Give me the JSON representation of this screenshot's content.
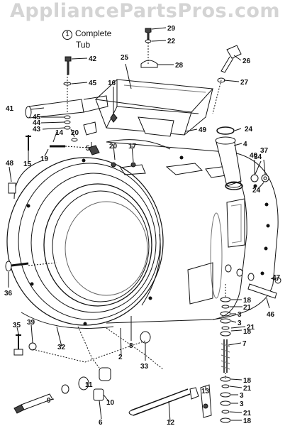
{
  "site": {
    "watermark": "AppliancePartsPros.com"
  },
  "legend": {
    "number": "1",
    "line1": "Complete",
    "line2": "Tub"
  },
  "callouts": [
    {
      "id": "c29",
      "label": "29"
    },
    {
      "id": "c22",
      "label": "22"
    },
    {
      "id": "c42",
      "label": "42"
    },
    {
      "id": "c25",
      "label": "25"
    },
    {
      "id": "c28",
      "label": "28"
    },
    {
      "id": "c26",
      "label": "26"
    },
    {
      "id": "c27",
      "label": "27"
    },
    {
      "id": "c16",
      "label": "16"
    },
    {
      "id": "c45a",
      "label": "45"
    },
    {
      "id": "c41",
      "label": "41"
    },
    {
      "id": "c45b",
      "label": "45"
    },
    {
      "id": "c44",
      "label": "44"
    },
    {
      "id": "c43",
      "label": "43"
    },
    {
      "id": "c20a",
      "label": "20"
    },
    {
      "id": "c14",
      "label": "14"
    },
    {
      "id": "c49",
      "label": "49"
    },
    {
      "id": "c24a",
      "label": "24"
    },
    {
      "id": "c4",
      "label": "4"
    },
    {
      "id": "c5",
      "label": "5"
    },
    {
      "id": "c20b",
      "label": "20"
    },
    {
      "id": "c17",
      "label": "17"
    },
    {
      "id": "c15",
      "label": "15"
    },
    {
      "id": "c19",
      "label": "19"
    },
    {
      "id": "c34",
      "label": "34"
    },
    {
      "id": "c40",
      "label": "40"
    },
    {
      "id": "c37",
      "label": "37"
    },
    {
      "id": "c24b",
      "label": "24"
    },
    {
      "id": "c48",
      "label": "48"
    },
    {
      "id": "c36",
      "label": "36"
    },
    {
      "id": "c47",
      "label": "47"
    },
    {
      "id": "c18a",
      "label": "18"
    },
    {
      "id": "c21a",
      "label": "21"
    },
    {
      "id": "c3a",
      "label": "3"
    },
    {
      "id": "c46",
      "label": "46"
    },
    {
      "id": "c3b",
      "label": "3"
    },
    {
      "id": "c18b",
      "label": "18"
    },
    {
      "id": "c21b",
      "label": "21"
    },
    {
      "id": "c35",
      "label": "35"
    },
    {
      "id": "c39",
      "label": "39"
    },
    {
      "id": "c32",
      "label": "32"
    },
    {
      "id": "c8",
      "label": "8"
    },
    {
      "id": "c2",
      "label": "2"
    },
    {
      "id": "c7",
      "label": "7"
    },
    {
      "id": "c33",
      "label": "33"
    },
    {
      "id": "c13",
      "label": "13"
    },
    {
      "id": "c18c",
      "label": "18"
    },
    {
      "id": "c21c",
      "label": "21"
    },
    {
      "id": "c3c",
      "label": "3"
    },
    {
      "id": "c9",
      "label": "9"
    },
    {
      "id": "c10",
      "label": "10"
    },
    {
      "id": "c12",
      "label": "12"
    },
    {
      "id": "c3d",
      "label": "3"
    },
    {
      "id": "c21d",
      "label": "21"
    },
    {
      "id": "c6",
      "label": "6"
    },
    {
      "id": "c11",
      "label": "11"
    },
    {
      "id": "c18d",
      "label": "18"
    }
  ]
}
